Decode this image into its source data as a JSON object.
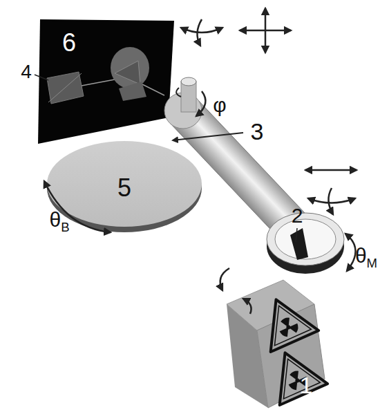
{
  "diagram": {
    "labels": [
      "6",
      "4",
      "φ",
      "3",
      "5",
      "θB",
      "2",
      "θM",
      "1"
    ]
  }
}
